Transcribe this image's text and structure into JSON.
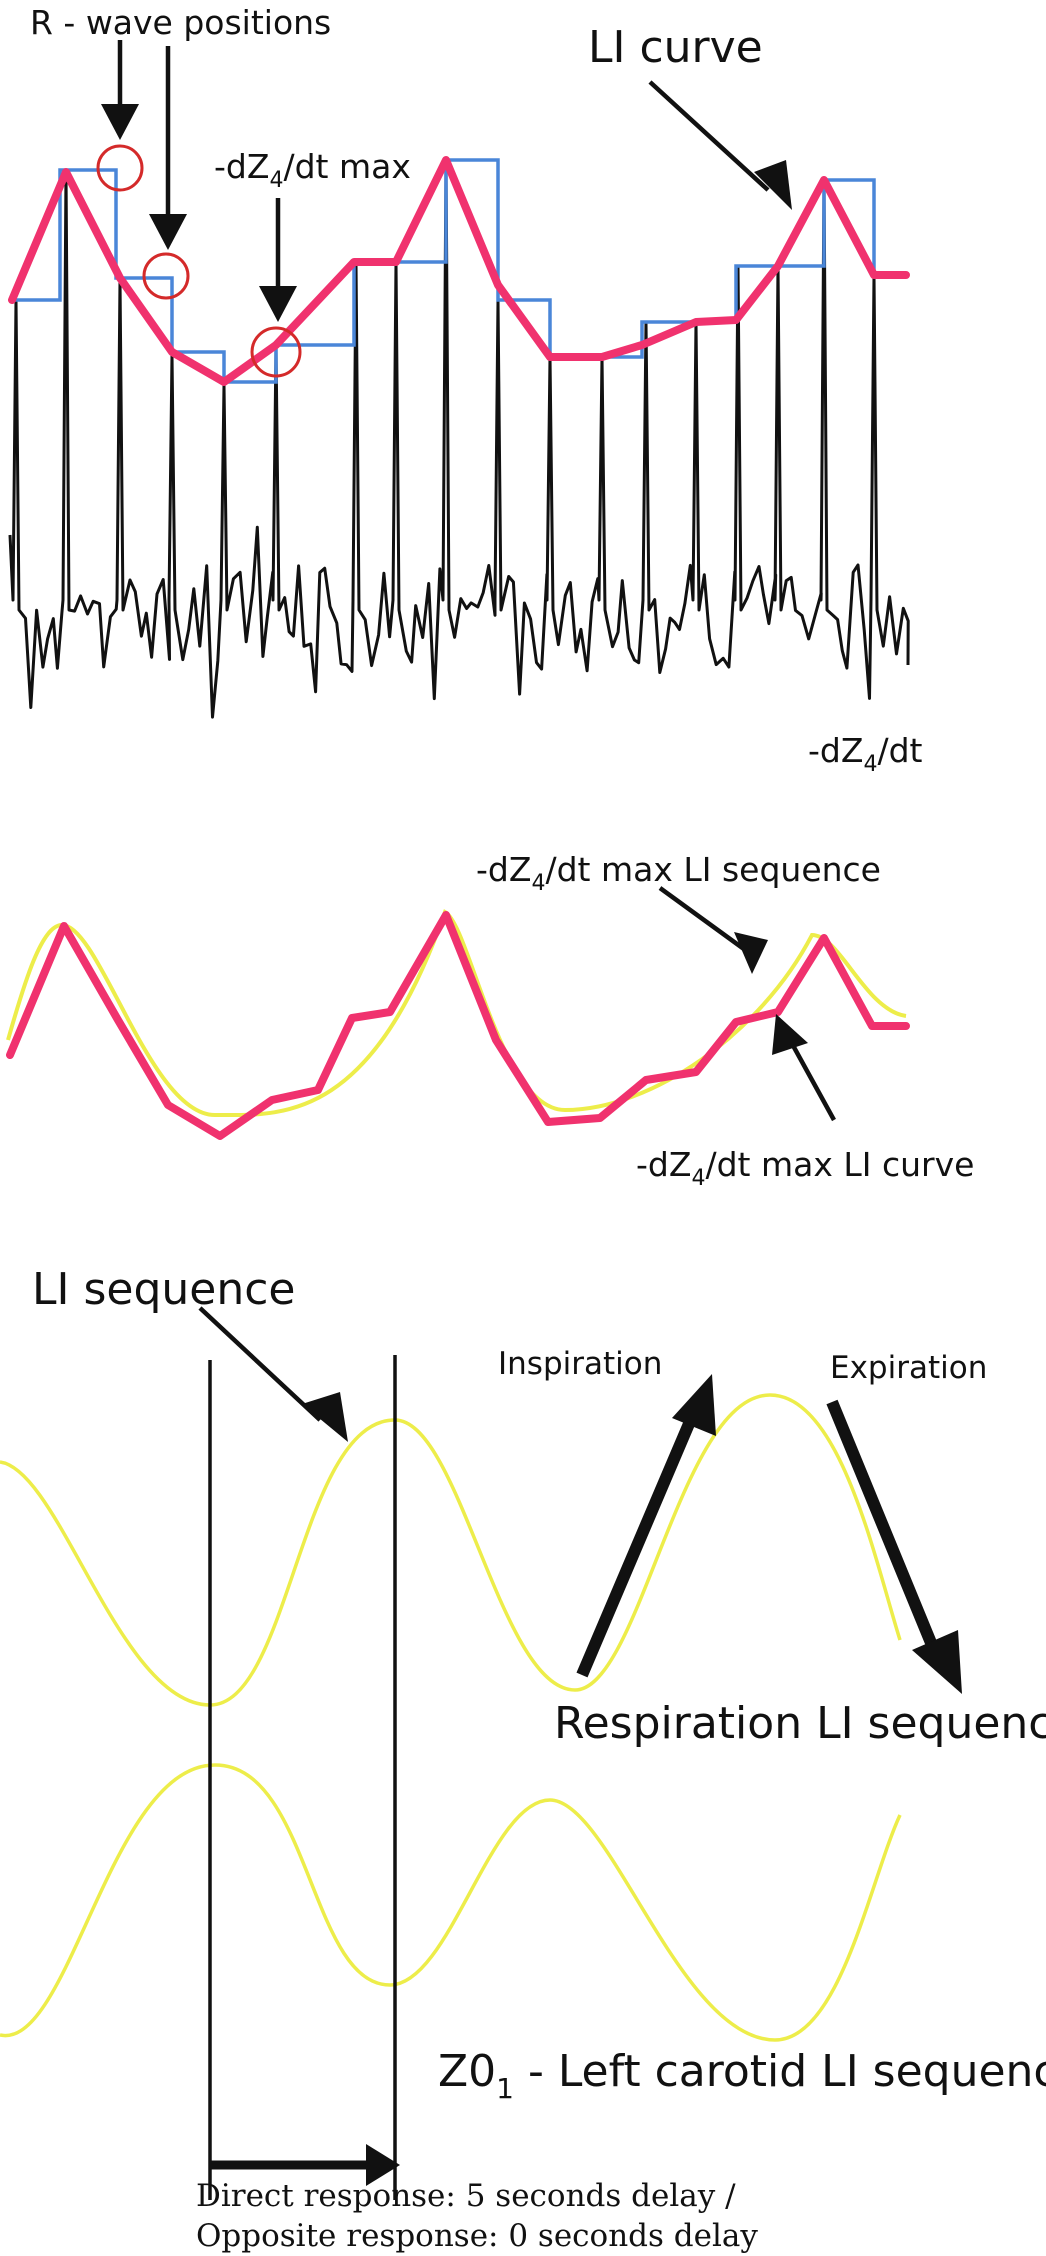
{
  "labels": {
    "r_wave_positions": "R - wave positions",
    "li_curve": "LI curve",
    "dz_dt_max_prefix": "-dZ",
    "dz_dt_max_sub": "4",
    "dz_dt_max_suffix": "/dt max",
    "dz_dt_prefix": "-dZ",
    "dz_dt_sub": "4",
    "dz_dt_suffix": "/dt",
    "max_li_sequence_prefix": "-dZ",
    "max_li_sequence_sub": "4",
    "max_li_sequence_suffix": "/dt max LI sequence",
    "max_li_curve_prefix": "-dZ",
    "max_li_curve_sub": "4",
    "max_li_curve_suffix": "/dt max LI curve",
    "li_sequence": "LI sequence",
    "inspiration": "Inspiration",
    "expiration": "Expiration",
    "respiration_li_sequence": "Respiration LI sequence",
    "carotid_prefix": "Z0",
    "carotid_sub": "1",
    "carotid_suffix": " - Left carotid  LI sequence",
    "direct_response": "Direct response: 5 seconds delay /",
    "opposite_response": "Opposite response: 0 seconds delay"
  },
  "colors": {
    "li_curve": "#f0326e",
    "step_line": "#4a86d8",
    "sequence": "#eded4a",
    "signal": "#111111",
    "marker_circle": "#d42a2a",
    "arrow": "#111111"
  }
}
